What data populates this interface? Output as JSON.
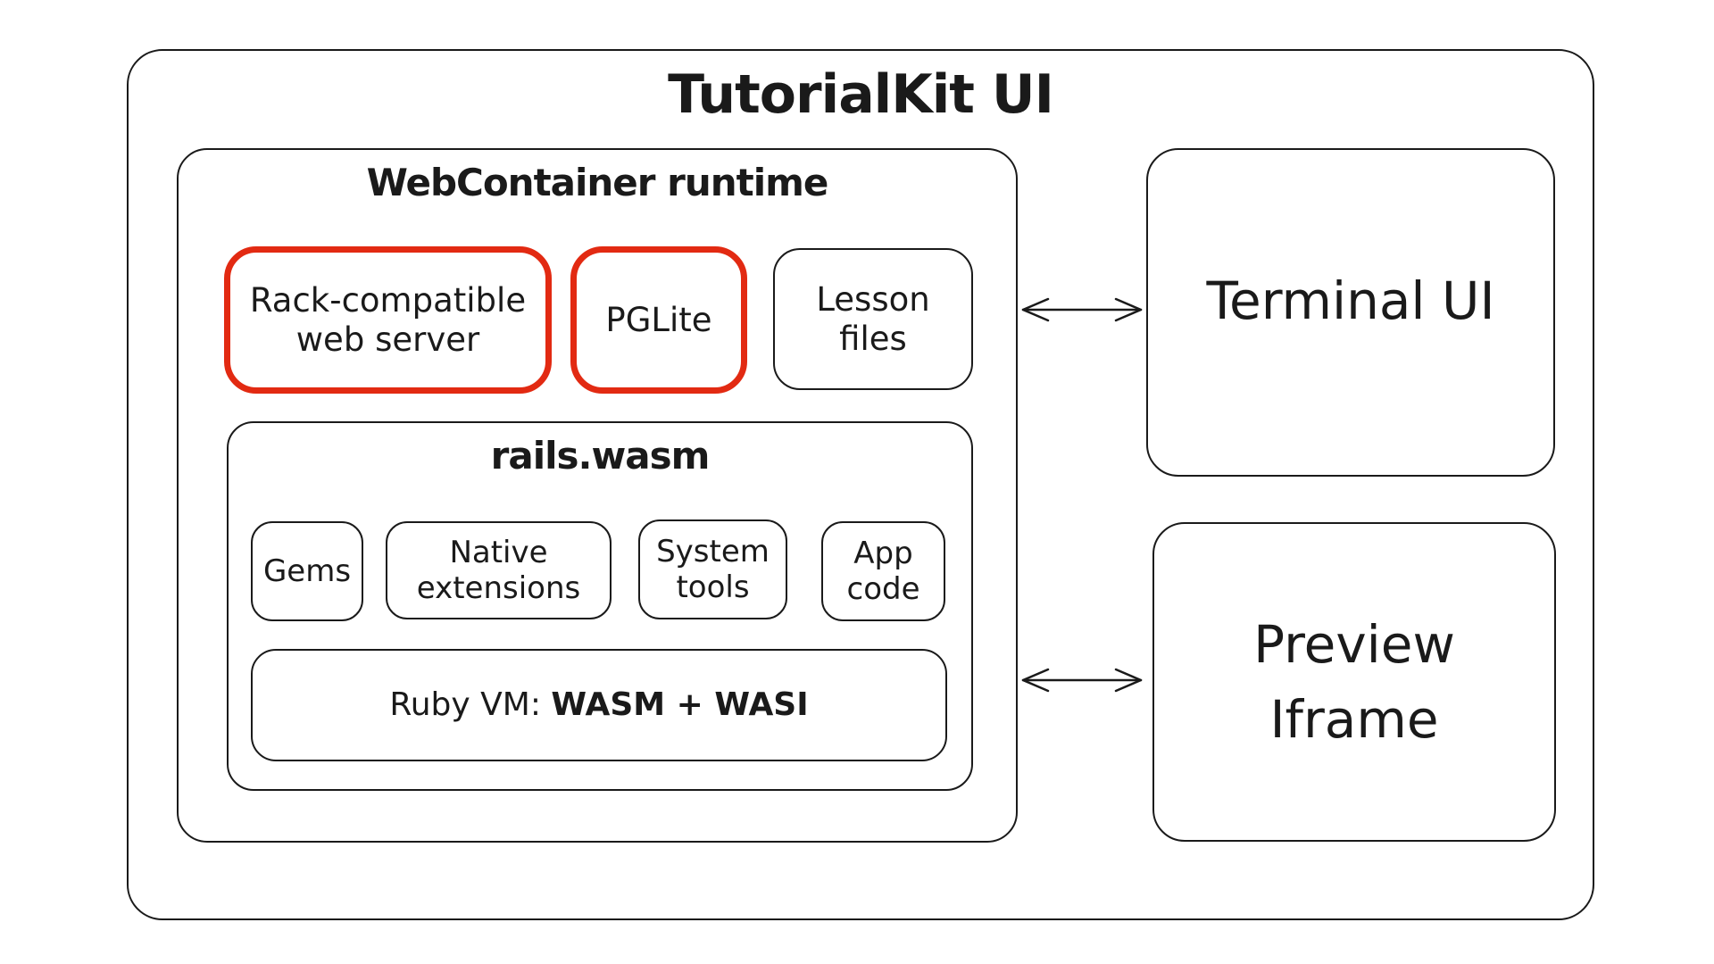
{
  "outer": {
    "title": "TutorialKit UI"
  },
  "runtime": {
    "title": "WebContainer runtime",
    "rack": {
      "line1": "Rack-compatible",
      "line2": "web server"
    },
    "pglite": {
      "label": "PGLite"
    },
    "lesson": {
      "line1": "Lesson",
      "line2": "files"
    }
  },
  "rails": {
    "title": "rails.wasm",
    "gems": {
      "label": "Gems"
    },
    "native": {
      "line1": "Native",
      "line2": "extensions"
    },
    "system": {
      "line1": "System",
      "line2": "tools"
    },
    "app": {
      "line1": "App",
      "line2": "code"
    },
    "vm": {
      "prefix": "Ruby VM: ",
      "bold": "WASM + WASI"
    }
  },
  "terminal": {
    "label": "Terminal UI"
  },
  "preview": {
    "line1": "Preview",
    "line2": "Iframe"
  },
  "colors": {
    "highlight": "#e22a12",
    "stroke": "#1a1a1a"
  }
}
